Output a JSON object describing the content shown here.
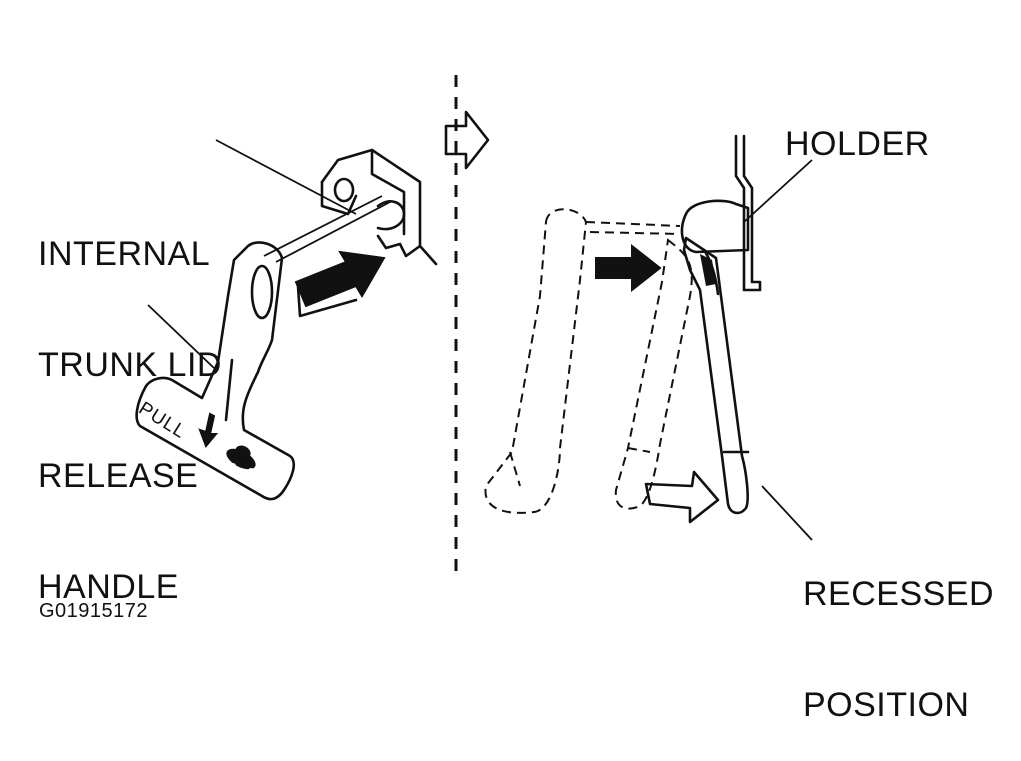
{
  "labels": {
    "handle_lines": [
      "INTERNAL",
      "TRUNK LID",
      "RELEASE",
      "HANDLE"
    ],
    "holder": "HOLDER",
    "recessed_lines": [
      "RECESSED",
      "POSITION"
    ],
    "handle_text": "PULL"
  },
  "figure_code": "G01915172",
  "colors": {
    "ink": "#111111",
    "background": "#ffffff"
  },
  "icons": [
    "direction-arrow-icon",
    "car-icon"
  ]
}
